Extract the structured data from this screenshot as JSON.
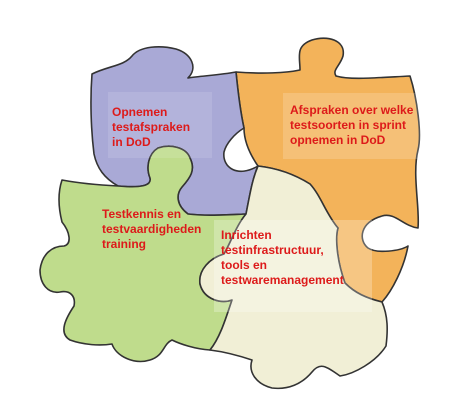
{
  "pieces": [
    {
      "id": "top-left",
      "color": "#a9a9d6",
      "text": "Opnemen\ntestafspraken\nin DoD"
    },
    {
      "id": "top-right",
      "color": "#f3b35a",
      "text": "Afspraken over welke\ntestsoorten in sprint\nopnemen in DoD"
    },
    {
      "id": "bottom-left",
      "color": "#bfdc8c",
      "text": "Testkennis en\ntestvaardigheden\ntraining"
    },
    {
      "id": "bottom-right",
      "color": "#f1efd6",
      "text": "Inrichten\ntestinfrastructuur,\ntools en\ntestwaremanagement"
    }
  ],
  "colors": {
    "outline": "#333333",
    "text": "#dd1a1a"
  }
}
